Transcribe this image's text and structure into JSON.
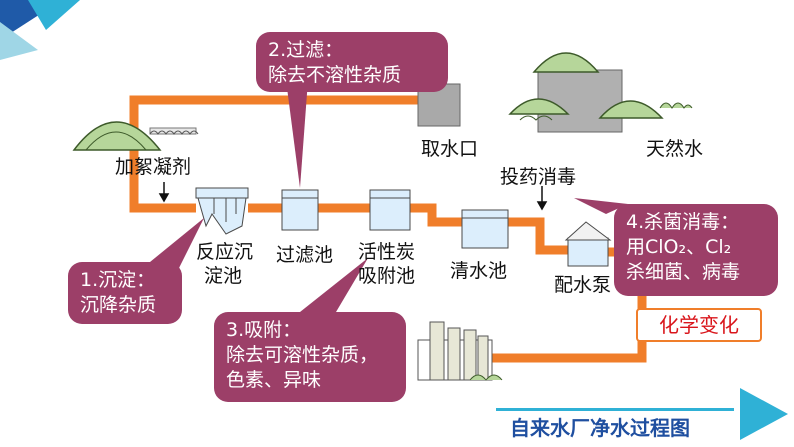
{
  "diagram": {
    "title": "自来水厂净水过程图",
    "stage_labels": {
      "flocculant": "加絮凝剂",
      "reaction_tank": [
        "反应沉",
        "淀池"
      ],
      "filter_tank": "过滤池",
      "carbon_tank": [
        "活性炭",
        "吸附池"
      ],
      "clear_tank": "清水池",
      "pump": "配水泵",
      "intake": "取水口",
      "natural_water": "天然水",
      "disinfect": "投药消毒"
    },
    "callouts": {
      "filtration": [
        "2.过滤：",
        "除去不溶性杂质"
      ],
      "sedimentation": [
        "1.沉淀：",
        "沉降杂质"
      ],
      "adsorption": [
        "3.吸附：",
        "除去可溶性杂质，",
        "色素、异味"
      ],
      "sterilization": [
        "4.杀菌消毒：",
        "用ClO₂、Cl₂",
        "杀细菌、病毒"
      ]
    },
    "tag": "化学变化",
    "colors": {
      "pipe": "#f07e2a",
      "callout": "#9c3f68",
      "tag_text": "#d9151b",
      "tank_fill": "#dceefc",
      "hill": "#b6d69a",
      "title_text": "#1f4fa0",
      "accent": "#2fb1d6"
    }
  }
}
